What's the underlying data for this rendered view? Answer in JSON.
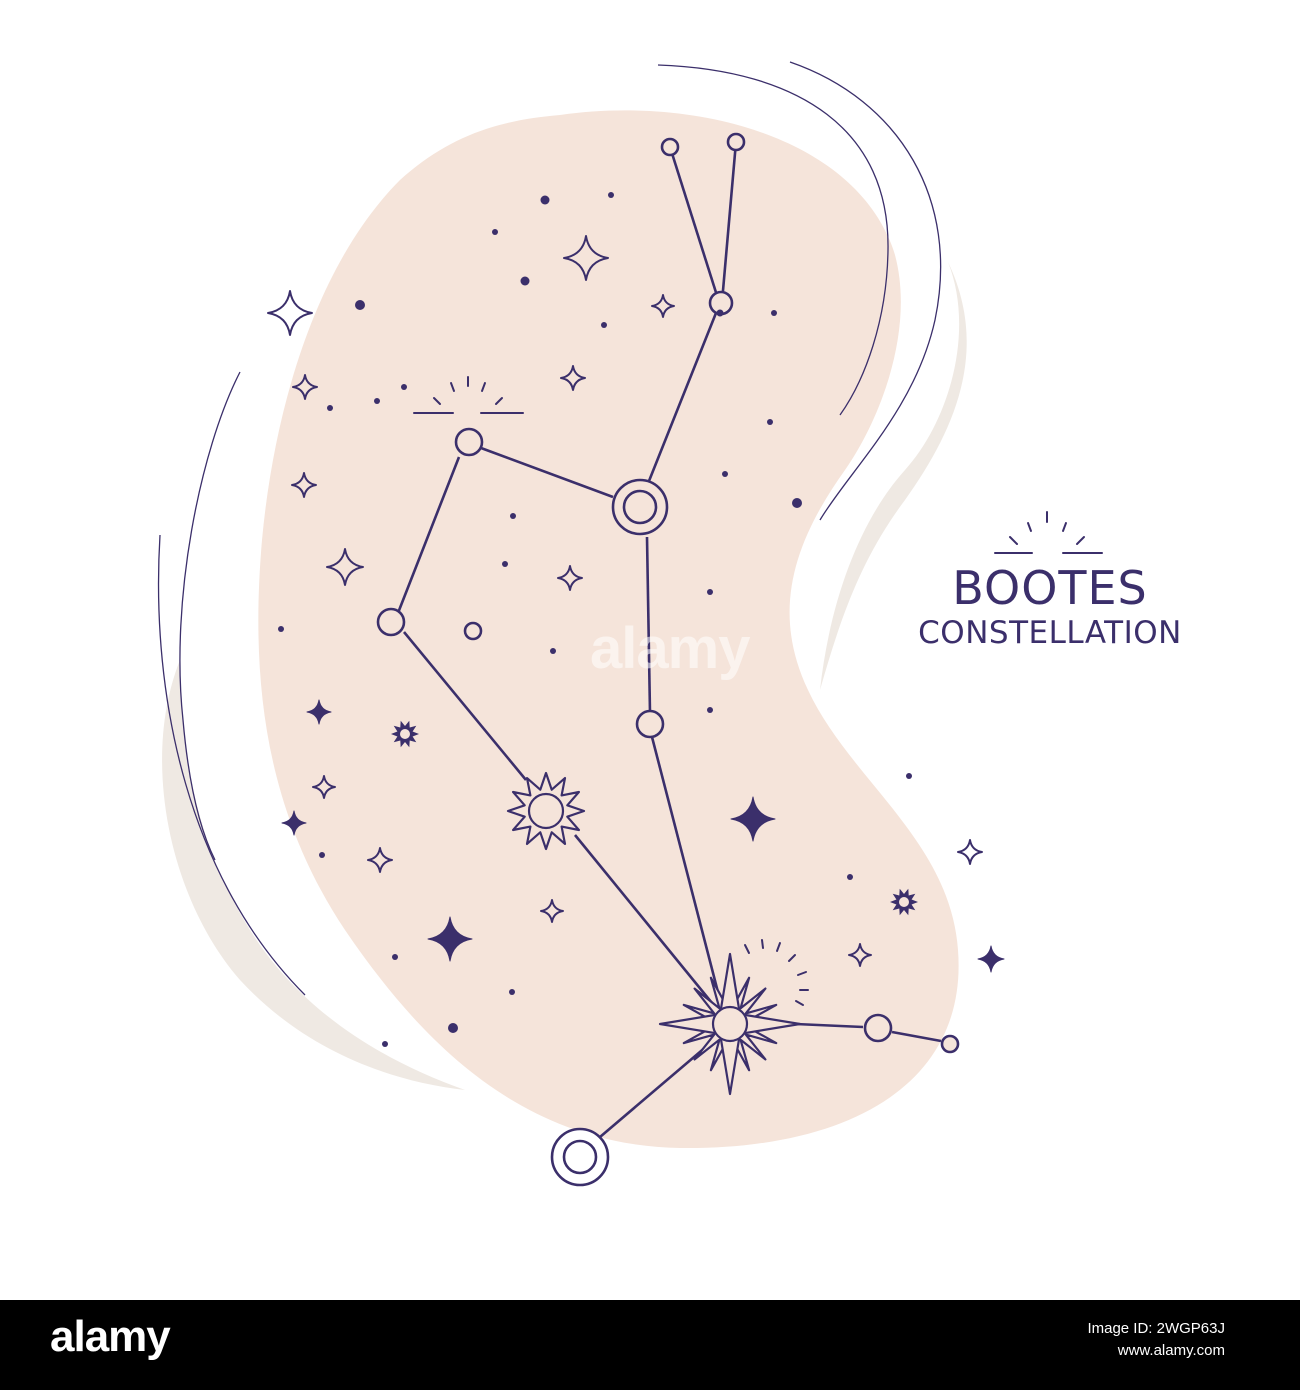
{
  "title": "BOOTES",
  "subtitle": "CONSTELLATION",
  "watermark": "alamy",
  "footer": {
    "logo": "alamy",
    "image_id_label": "Image ID: 2WGP63J",
    "site": "www.alamy.com"
  },
  "colors": {
    "ink": "#3b2f6b",
    "blob": "#f5e4da",
    "swoosh": "#efe9e3",
    "background": "#ffffff",
    "footer": "#000000"
  },
  "icons": [
    "four-point-star-icon",
    "sun-burst-icon",
    "sparkle-flower-icon",
    "dot-icon",
    "ring-star-icon"
  ]
}
